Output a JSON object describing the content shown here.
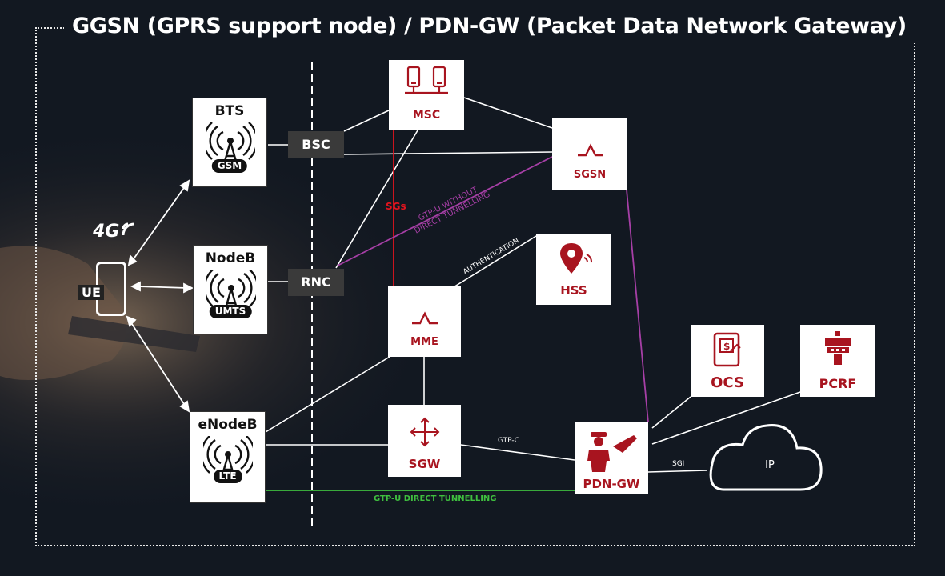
{
  "title": "GGSN (GPRS support node) / PDN-GW (Packet Data Network Gateway)",
  "colors": {
    "accent": "#a8141f",
    "sgs_line": "#e0141e",
    "gtpu_without_line": "#a63fa6",
    "gtpu_direct_line": "#3fbf3f",
    "background": "#121821"
  },
  "ue": {
    "label": "UE",
    "badge": "4G"
  },
  "base_stations": {
    "bts": {
      "title": "BTS",
      "tech": "GSM"
    },
    "nodeb": {
      "title": "NodeB",
      "tech": "UMTS"
    },
    "enodeb": {
      "title": "eNodeB",
      "tech": "LTE"
    }
  },
  "controllers": {
    "bsc": "BSC",
    "rnc": "RNC"
  },
  "core": {
    "msc": "MSC",
    "sgsn": "SGSN",
    "hss": "HSS",
    "mme": "MME",
    "sgw": "SGW",
    "pdngw": "PDN-GW",
    "ocs": "OCS",
    "pcrf": "PCRF",
    "ip": "IP"
  },
  "edges": {
    "sgs": "SGs",
    "gtpu_without_1": "GTP-U WITHOUT",
    "gtpu_without_2": "DIRECT TUNNELLING",
    "authentication": "AUTHENTICATION",
    "gtpc": "GTP-C",
    "sgi": "SGI",
    "gtpu_direct": "GTP-U DIRECT TUNNELLING"
  }
}
